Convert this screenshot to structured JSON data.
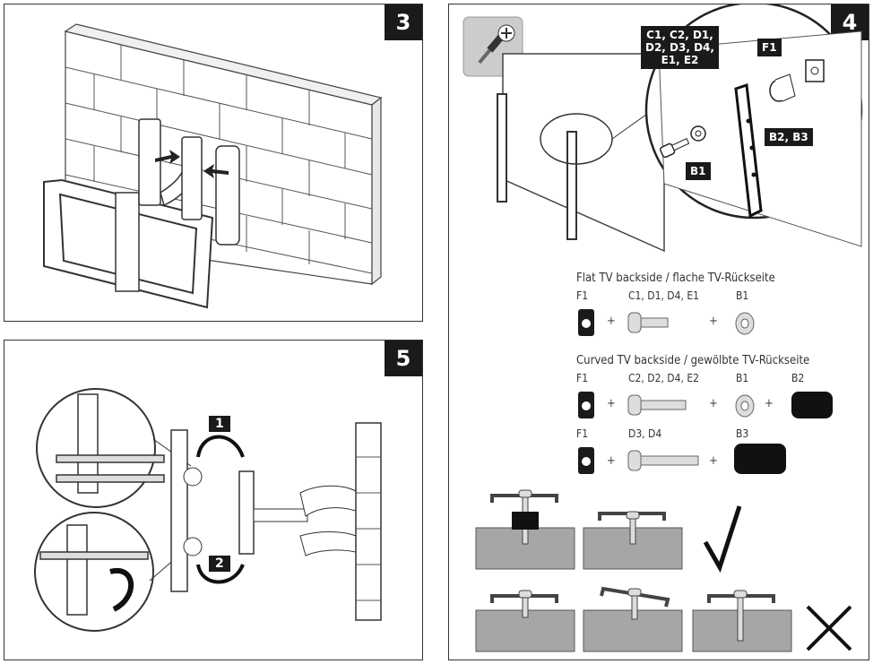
{
  "panels": {
    "p3": {
      "number": "3"
    },
    "p5": {
      "number": "5",
      "step1": "1",
      "step2": "2"
    },
    "p4": {
      "number": "4",
      "callout_screws": [
        "C1, C2, D1,",
        "D2, D3, D4,",
        "E1, E2"
      ],
      "callout_f1": "F1",
      "callout_b1": "B1",
      "callout_b2b3": "B2, B3",
      "flat": {
        "title": "Flat TV backside / flache TV-Rückseite",
        "f1": "F1",
        "screws": "C1, D1, D4, E1",
        "b1": "B1"
      },
      "curved": {
        "title": "Curved TV backside / gewölbte TV-Rückseite",
        "row1": {
          "f1": "F1",
          "screws": "C2, D2, D4, E2",
          "b1": "B1",
          "b2": "B2"
        },
        "row2": {
          "f1": "F1",
          "screws": "D3, D4",
          "b3": "B3"
        }
      }
    }
  }
}
